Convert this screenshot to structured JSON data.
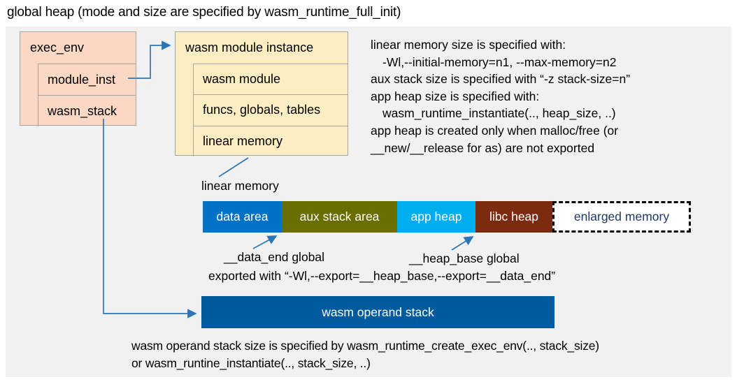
{
  "title": "global heap (mode and size are specified by wasm_runtime_full_init)",
  "exec_env_box": {
    "header": "exec_env",
    "rows": [
      "module_inst",
      "wasm_stack"
    ]
  },
  "module_box": {
    "header": "wasm module instance",
    "rows": [
      "wasm module",
      "funcs, globals, tables",
      "linear memory"
    ]
  },
  "notes_right": [
    "linear memory size is specified with:",
    "-Wl,--initial-memory=n1, --max-memory=n2",
    "aux stack size is specified with “-z stack-size=n”",
    "app heap size is specified with:",
    "wasm_runtime_instantiate(.., heap_size, ..)",
    "app heap is created only when malloc/free (or",
    "__new/__release for as) are not exported"
  ],
  "linear_memory": {
    "label": "linear memory",
    "segments": [
      "data area",
      "aux stack area",
      "app heap",
      "libc heap",
      "enlarged memory"
    ]
  },
  "annotations": {
    "data_end": "__data_end global",
    "heap_base": "__heap_base global",
    "exported": "exported with “-Wl,--export=__heap_base,--export=__data_end”"
  },
  "operand_stack_label": "wasm operand stack",
  "notes_bottom": [
    "wasm operand stack size is specified by wasm_runtime_create_exec_env(.., stack_size)",
    "or wasm_runtine_instantiate(.., stack_size, ..)"
  ],
  "colors": {
    "panel_bg": "#f1f1f1",
    "box_salmon": "#fbd8c4",
    "box_yellow": "#fdedc2",
    "border_gray": "#a6a6a6",
    "data_area": "#0072c5",
    "aux_stack": "#6a6e00",
    "app_heap": "#00aeef",
    "libc_heap": "#7c2a10",
    "enlarged_text": "#1f3864",
    "operand_stack": "#005a9e",
    "connector": "#2e75b6"
  }
}
